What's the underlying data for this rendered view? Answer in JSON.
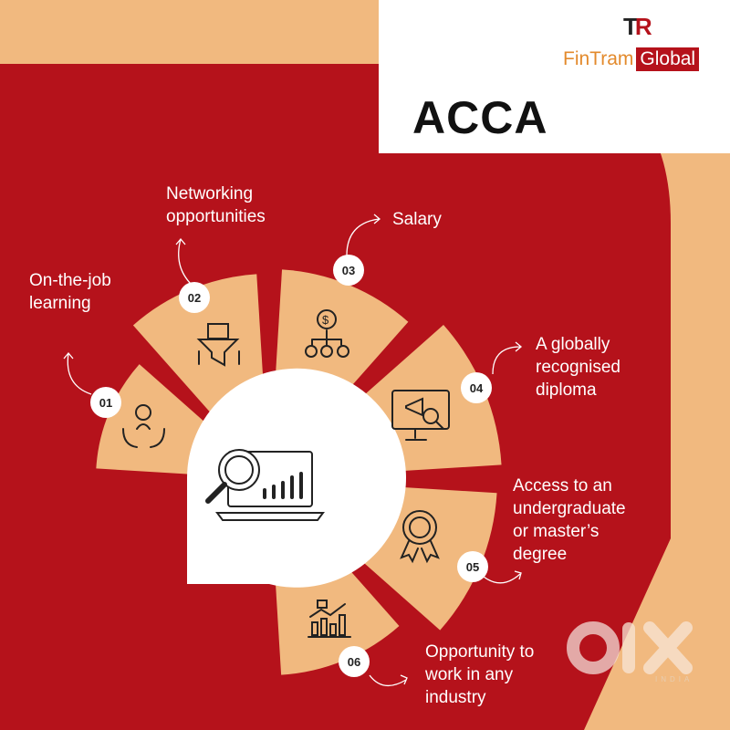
{
  "brand": {
    "logo_mark": "TR",
    "name_part1": "FinTram",
    "name_part2": "Global"
  },
  "title": "ACCA",
  "colors": {
    "red": "#b5121b",
    "peach": "#f1b97f",
    "white": "#ffffff"
  },
  "items": [
    {
      "number": "01",
      "label_lines": [
        "On-the-job",
        "learning"
      ],
      "icon": "hands-people-icon"
    },
    {
      "number": "02",
      "label_lines": [
        "Networking",
        "opportunities"
      ],
      "icon": "funnel-icon"
    },
    {
      "number": "03",
      "label_lines": [
        "Salary"
      ],
      "icon": "money-distribution-icon"
    },
    {
      "number": "04",
      "label_lines": [
        "A globally",
        "recognised",
        "diploma"
      ],
      "icon": "monitor-megaphone-icon"
    },
    {
      "number": "05",
      "label_lines": [
        "Access to an",
        "undergraduate",
        "or master’s",
        "degree"
      ],
      "icon": "award-badge-icon"
    },
    {
      "number": "06",
      "label_lines": [
        "Opportunity to",
        "work in any",
        "industry"
      ],
      "icon": "growth-chart-icon"
    }
  ],
  "watermark": {
    "text": "OLX",
    "sub": "INDIA"
  }
}
